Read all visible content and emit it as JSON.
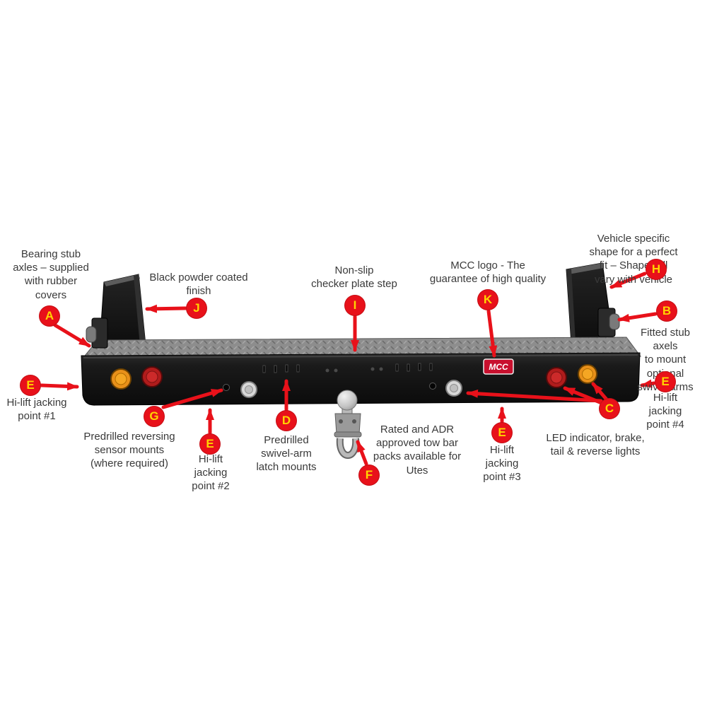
{
  "product": {
    "logo_text": "MCC"
  },
  "colors": {
    "callout_bg": "#e8111a",
    "callout_letter": "#ffd400",
    "arrow_color": "#e8111a",
    "label_text": "#3a3a3a",
    "bar_black": "#161616",
    "checker_gray": "#8d8d8d",
    "light_amber": "#e8901a",
    "light_red": "#b01c1c",
    "light_white": "#d8d8d8",
    "logo_red": "#c8102e"
  },
  "callouts": [
    {
      "letter": "A",
      "text": "Bearing stub\naxles – supplied\nwith rubber\ncovers"
    },
    {
      "letter": "J",
      "text": "Black powder coated\nfinish"
    },
    {
      "letter": "I",
      "text": "Non-slip\nchecker plate step"
    },
    {
      "letter": "K",
      "text": "MCC logo - The\nguarantee of high quality"
    },
    {
      "letter": "H",
      "text": "Vehicle specific shape for a perfect\nfit – Shape will vary with vehicle"
    },
    {
      "letter": "B",
      "text": "Fitted stub axels\nto mount optional\nswivel-arms"
    },
    {
      "letter": "E",
      "text": "Hi-lift jacking\npoint #1"
    },
    {
      "letter": "G",
      "text": "Predrilled reversing\nsensor mounts\n(where required)"
    },
    {
      "letter": "E",
      "text": "Hi-lift\njacking\npoint #2"
    },
    {
      "letter": "D",
      "text": "Predrilled\nswivel-arm\nlatch mounts"
    },
    {
      "letter": "F",
      "text": "Rated and ADR\napproved tow bar\npacks available for\nUtes"
    },
    {
      "letter": "E",
      "text": "Hi-lift\njacking\npoint #3"
    },
    {
      "letter": "C",
      "text": "LED indicator, brake,\ntail & reverse lights"
    },
    {
      "letter": "E",
      "text": "Hi-lift jacking\npoint #4"
    }
  ]
}
